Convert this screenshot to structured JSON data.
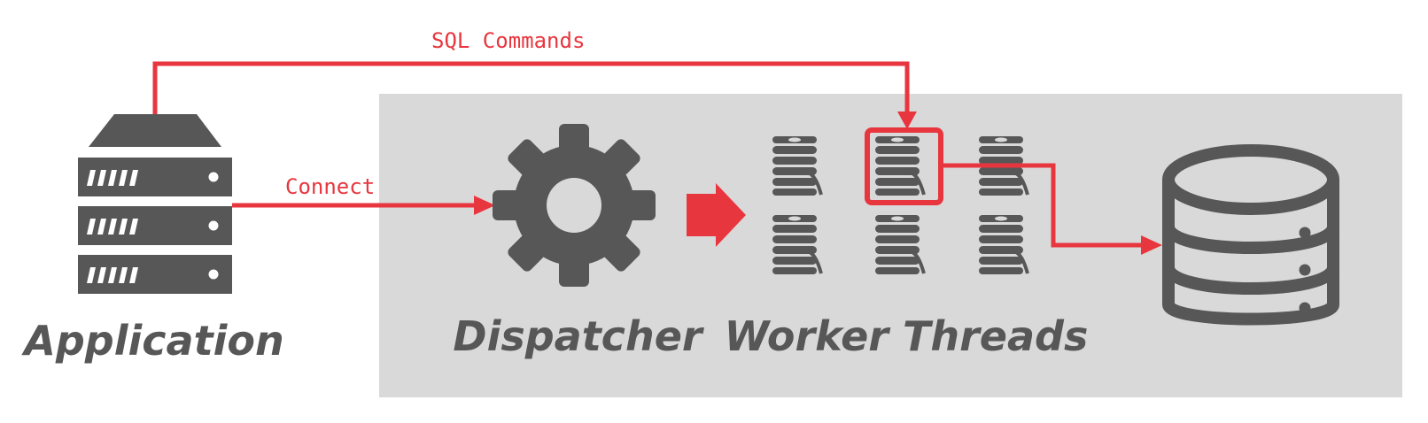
{
  "diagram": {
    "labels": {
      "sql_commands": "SQL Commands",
      "connect": "Connect",
      "application": "Application",
      "dispatcher": "Dispatcher",
      "worker_threads": "Worker Threads"
    },
    "colors": {
      "accent": "#e8363f",
      "icon": "#575757",
      "panel": "#d9d9d9",
      "background": "#ffffff"
    },
    "icons": {
      "application": "server-icon",
      "dispatcher": "gear-icon",
      "worker": "thread-spool-icon",
      "storage": "database-icon"
    }
  }
}
